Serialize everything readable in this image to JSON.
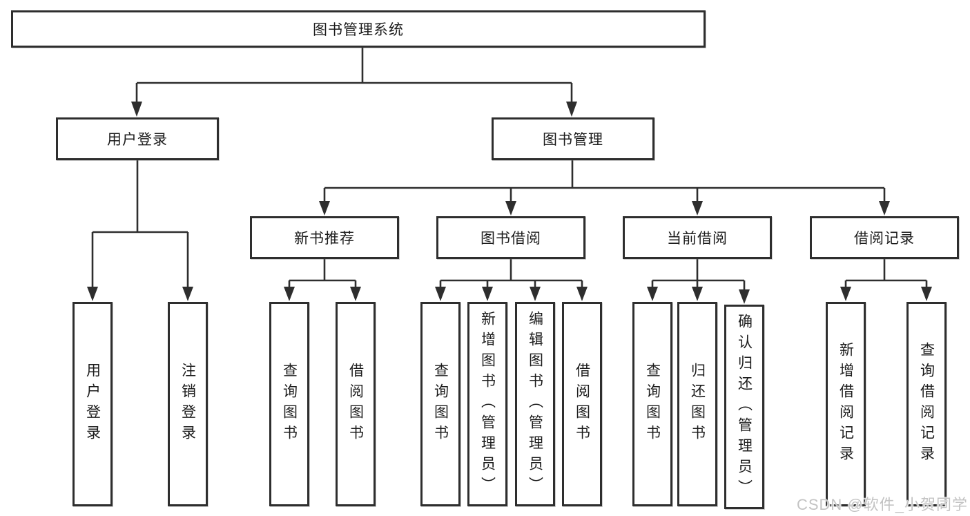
{
  "nodes": {
    "root": "图书管理系统",
    "user_login": "用户登录",
    "book_management": "图书管理",
    "new_book_recommend": "新书推荐",
    "book_borrow": "图书借阅",
    "current_borrow": "当前借阅",
    "borrow_records": "借阅记录",
    "ulogin_login": "用户登录",
    "ulogin_logout": "注销登录",
    "nb_query": "查询图书",
    "nb_borrow": "借阅图书",
    "bb_query": "查询图书",
    "bb_add": "新增图书（管理员）",
    "bb_edit": "编辑图书（管理员）",
    "bb_borrow": "借阅图书",
    "cb_query": "查询图书",
    "cb_return": "归还图书",
    "cb_confirm": "确认归还（管理员）",
    "br_add": "新增借阅记录",
    "br_query": "查询借阅记录"
  },
  "watermark": {
    "text": "CSDN @软件_小贺同学"
  },
  "colors": {
    "line": "#2e2e2e",
    "text": "#1c1c1c",
    "box_background": "#ffffff",
    "watermark": "#c3c3c3",
    "background": "#ffffff"
  }
}
